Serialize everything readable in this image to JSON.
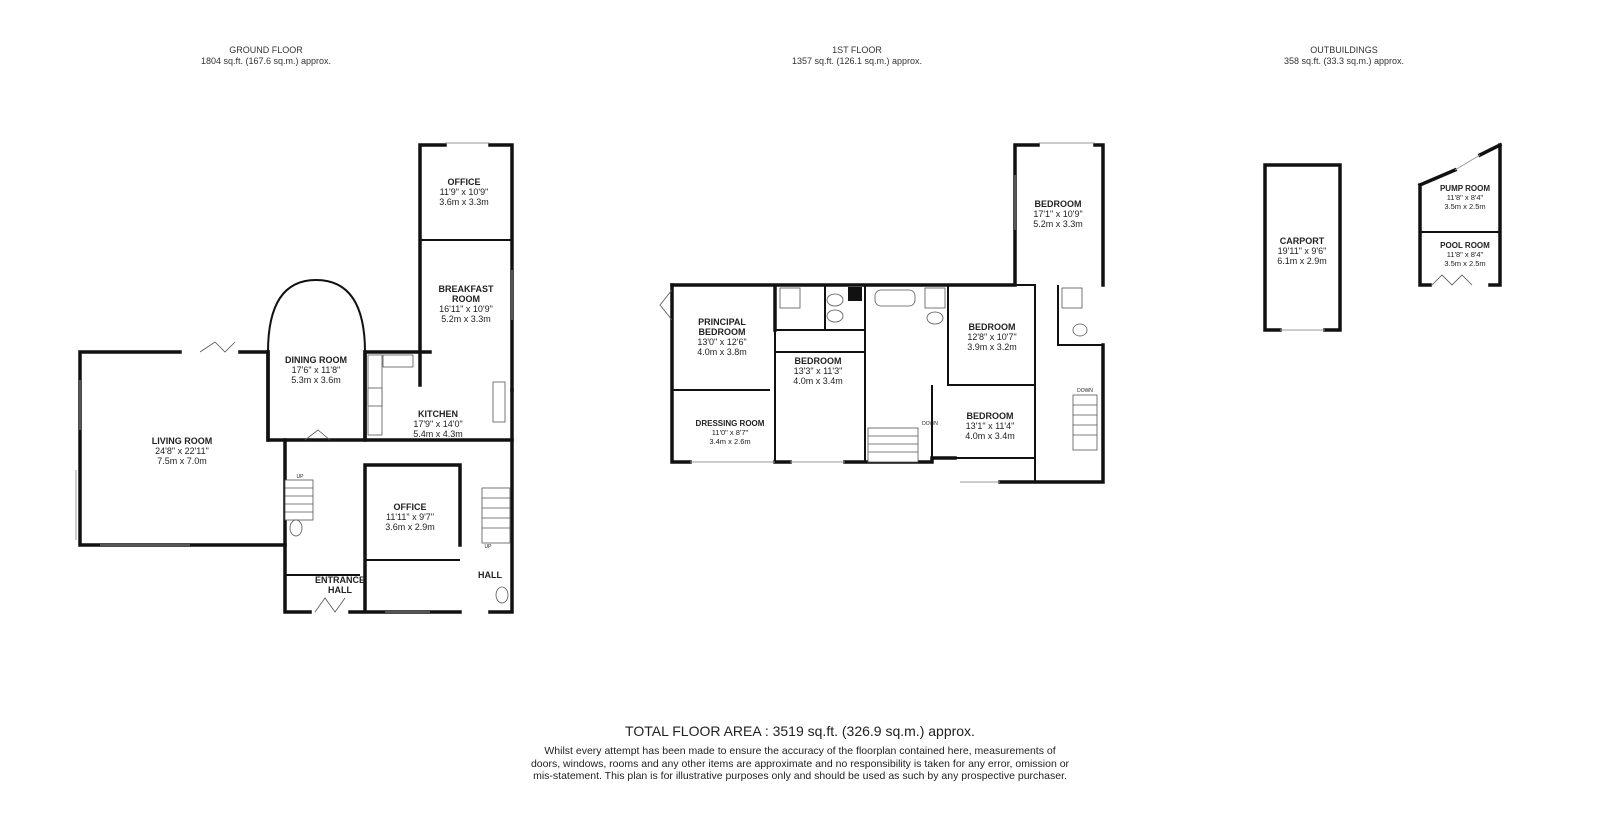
{
  "floors": {
    "ground": {
      "title": "GROUND FLOOR",
      "area": "1804 sq.ft. (167.6 sq.m.) approx."
    },
    "first": {
      "title": "1ST FLOOR",
      "area": "1357 sq.ft. (126.1 sq.m.) approx."
    },
    "outbuildings": {
      "title": "OUTBUILDINGS",
      "area": "358 sq.ft. (33.3 sq.m.) approx."
    }
  },
  "rooms": {
    "office_top": {
      "name": "OFFICE",
      "imperial": "11'9\"  x 10'9\"",
      "metric": "3.6m  x 3.3m"
    },
    "breakfast": {
      "name1": "BREAKFAST",
      "name2": "ROOM",
      "imperial": "16'11\"  x 10'9\"",
      "metric": "5.2m  x 3.3m"
    },
    "dining": {
      "name": "DINING ROOM",
      "imperial": "17'6\"  x 11'8\"",
      "metric": "5.3m  x 3.6m"
    },
    "living": {
      "name": "LIVING ROOM",
      "imperial": "24'8\"  x 22'11\"",
      "metric": "7.5m  x 7.0m"
    },
    "kitchen": {
      "name": "KITCHEN",
      "imperial": "17'9\"  x 14'0\"",
      "metric": "5.4m  x 4.3m"
    },
    "office_low": {
      "name": "OFFICE",
      "imperial": "11'11\"  x 9'7\"",
      "metric": "3.6m  x 2.9m"
    },
    "entrance": {
      "name1": "ENTRANCE",
      "name2": "HALL"
    },
    "hall": {
      "name": "HALL"
    },
    "principal": {
      "name1": "PRINCIPAL",
      "name2": "BEDROOM",
      "imperial": "13'0\"  x 12'6\"",
      "metric": "4.0m  x 3.8m"
    },
    "dressing": {
      "name": "DRESSING ROOM",
      "imperial": "11'0\"  x 8'7\"",
      "metric": "3.4m  x 2.6m"
    },
    "bed_mid": {
      "name": "BEDROOM",
      "imperial": "13'3\"  x 11'3\"",
      "metric": "4.0m  x 3.4m"
    },
    "bed_tall": {
      "name": "BEDROOM",
      "imperial": "17'1\"  x 10'9\"",
      "metric": "5.2m  x 3.3m"
    },
    "bed_right": {
      "name": "BEDROOM",
      "imperial": "12'8\"  x 10'7\"",
      "metric": "3.9m  x 3.2m"
    },
    "bed_low": {
      "name": "BEDROOM",
      "imperial": "13'1\"  x 11'4\"",
      "metric": "4.0m  x 3.4m"
    },
    "carport": {
      "name": "CARPORT",
      "imperial": "19'11\"  x 9'6\"",
      "metric": "6.1m  x 2.9m"
    },
    "pump": {
      "name": "PUMP ROOM",
      "imperial": "11'8\"  x 8'4\"",
      "metric": "3.5m  x 2.5m"
    },
    "pool": {
      "name": "POOL ROOM",
      "imperial": "11'8\"  x 8'4\"",
      "metric": "3.5m  x 2.5m"
    }
  },
  "markers": {
    "up1": "UP",
    "up2": "UP",
    "down1": "DOWN",
    "down2": "DOWN"
  },
  "total": "TOTAL FLOOR AREA : 3519 sq.ft. (326.9 sq.m.) approx.",
  "disclaimer": "Whilst every attempt has been made to ensure the accuracy of the floorplan contained here, measurements of doors, windows, rooms and any other items are approximate and no responsibility is taken for any error, omission or mis-statement. This plan is for illustrative purposes only and should be used as such by any prospective purchaser."
}
